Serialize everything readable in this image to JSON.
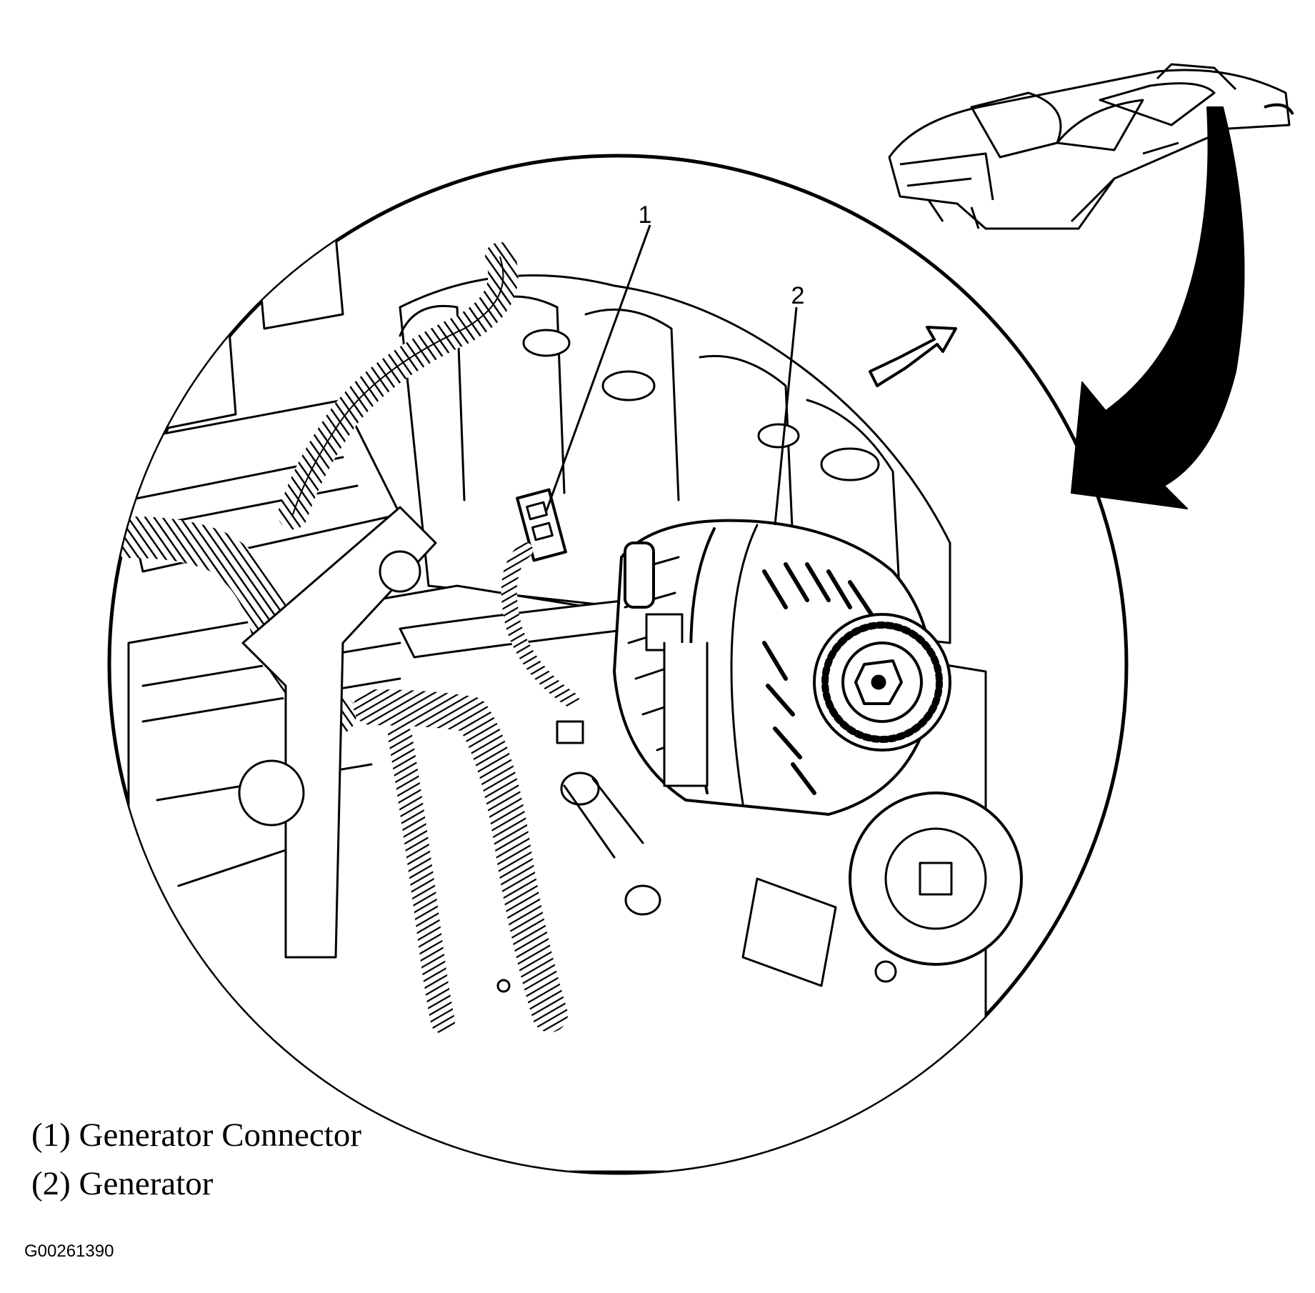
{
  "callouts": [
    {
      "number": "1",
      "label": "Generator Connector"
    },
    {
      "number": "2",
      "label": "Generator"
    }
  ],
  "legend": [
    "(1) Generator Connector",
    "(2) Generator"
  ],
  "figure_id": "G00261390",
  "colors": {
    "line": "#000000",
    "background": "#ffffff"
  }
}
